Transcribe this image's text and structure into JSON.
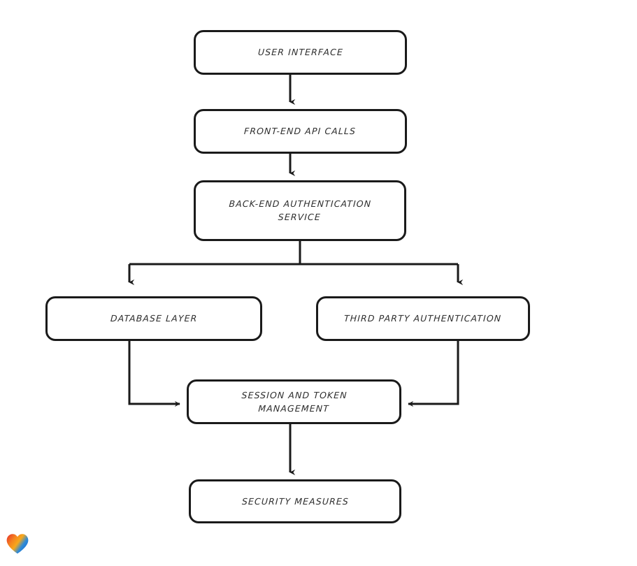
{
  "diagram": {
    "type": "flowchart",
    "title": "",
    "style": "hand-drawn",
    "background_color": "#ffffff",
    "stroke_color": "#1a1a1a",
    "text_color": "#2e2e2e",
    "nodes": [
      {
        "id": "user-interface",
        "label": "User Interface"
      },
      {
        "id": "frontend-api",
        "label": "Front-End API Calls"
      },
      {
        "id": "backend-auth",
        "label": "Back-End Authentication\nService"
      },
      {
        "id": "database-layer",
        "label": "Database Layer"
      },
      {
        "id": "third-party-auth",
        "label": "Third Party Authentication"
      },
      {
        "id": "session-token",
        "label": "Session and Token\nManagement"
      },
      {
        "id": "security-measures",
        "label": "Security Measures"
      }
    ],
    "edges": [
      {
        "from": "user-interface",
        "to": "frontend-api",
        "direction": "down"
      },
      {
        "from": "frontend-api",
        "to": "backend-auth",
        "direction": "down"
      },
      {
        "from": "backend-auth",
        "to": "database-layer",
        "direction": "down-left-branch"
      },
      {
        "from": "backend-auth",
        "to": "third-party-auth",
        "direction": "down-right-branch"
      },
      {
        "from": "database-layer",
        "to": "session-token",
        "direction": "down-then-right"
      },
      {
        "from": "third-party-auth",
        "to": "session-token",
        "direction": "down-then-left"
      },
      {
        "from": "session-token",
        "to": "security-measures",
        "direction": "down"
      }
    ]
  },
  "watermark": {
    "icon": "heart-icon",
    "colors": [
      "#e8392b",
      "#f5851f",
      "#f7a81b",
      "#2d8ad8",
      "#1f6fd0"
    ]
  }
}
